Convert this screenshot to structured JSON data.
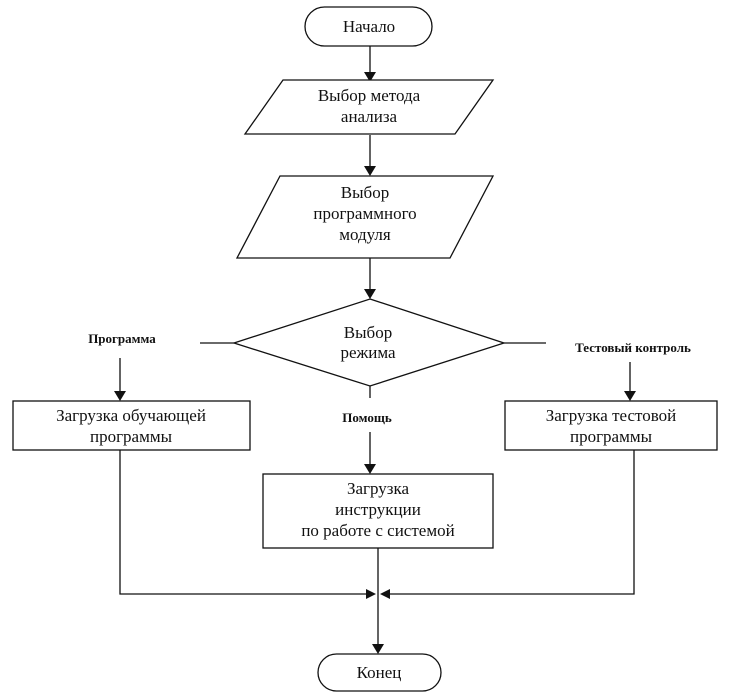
{
  "nodes": {
    "start": "Начало",
    "select_method": [
      "Выбор метода",
      "анализа"
    ],
    "select_module": [
      "Выбор",
      "программного",
      "модуля"
    ],
    "select_mode": [
      "Выбор",
      "режима"
    ],
    "load_training": [
      "Загрузка обучающей",
      "программы"
    ],
    "load_instructions": [
      "Загрузка",
      "инструкции",
      "по работе с системой"
    ],
    "load_test": [
      "Загрузка тестовой",
      "программы"
    ],
    "end": "Конец"
  },
  "branches": {
    "left": "Программа",
    "middle": "Помощь",
    "right": "Тестовый контроль"
  }
}
